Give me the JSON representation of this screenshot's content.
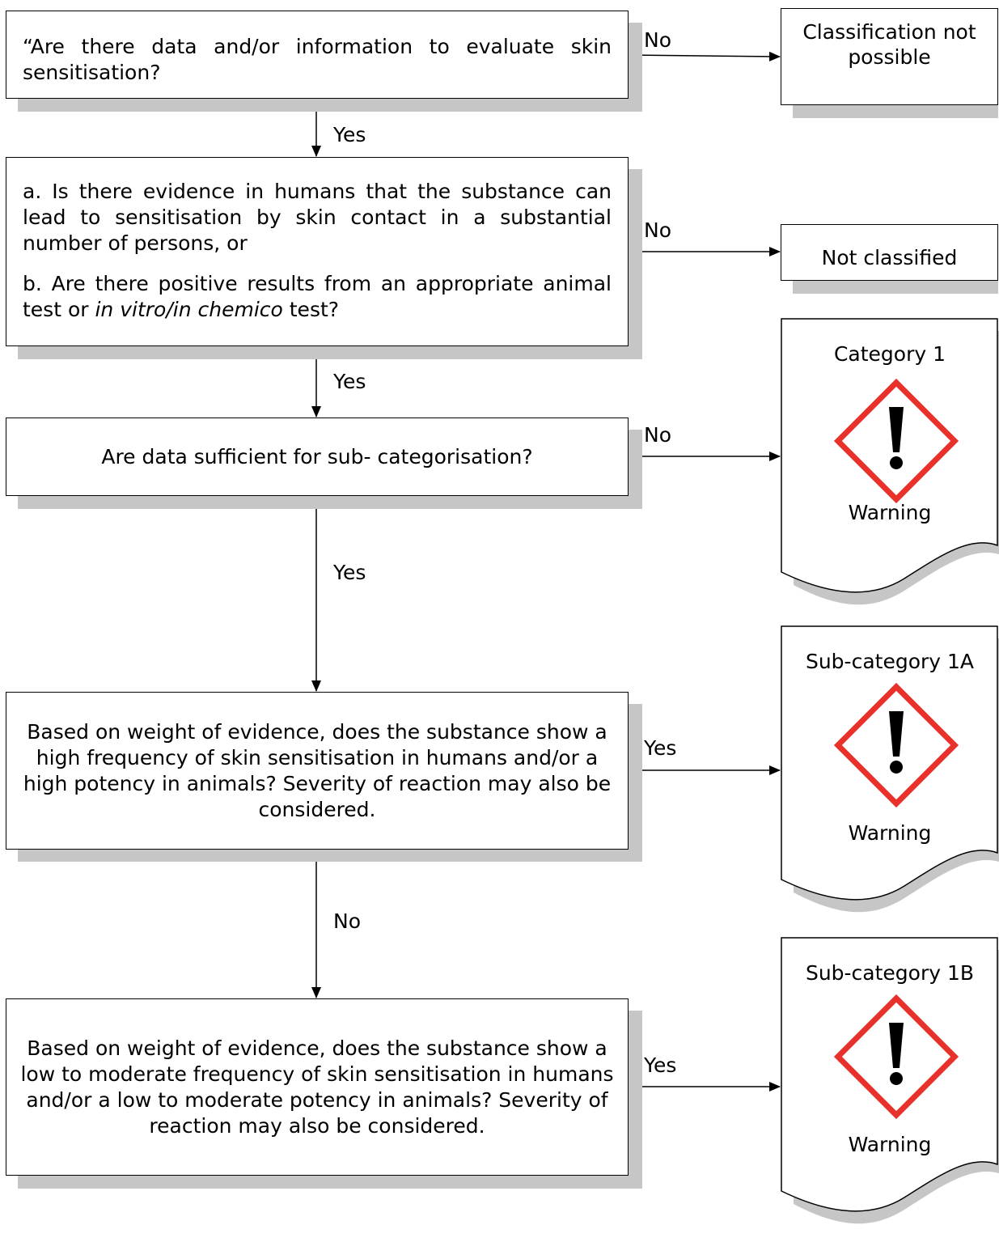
{
  "q1": {
    "text": "“Are there data and/or information to evaluate skin sensitisation?"
  },
  "q2": {
    "line_a": "a. Is there evidence in humans that the substance can lead to sensitisation by skin contact in a substantial number of persons, or",
    "line_b_pre": "b. Are there positive results from an appropriate animal test or ",
    "line_b_italic": "in vitro/in chemico",
    "line_b_post": " test?"
  },
  "q3": {
    "text": "Are data sufficient for sub- categorisation?"
  },
  "q4": {
    "text": "Based on weight of evidence, does the substance show a high frequency of skin sensitisation in humans and/or a high potency in animals? Severity of reaction may also be considered."
  },
  "q5": {
    "text": "Based on weight of evidence, does the substance show a low to moderate frequency of skin sensitisation in humans and/or a low to moderate potency in animals? Severity of reaction may also be considered."
  },
  "outcomes": {
    "not_possible": "Classification not possible",
    "not_classified": "Not classified",
    "cat1": {
      "title": "Category 1",
      "signal": "Warning"
    },
    "cat1a": {
      "title": "Sub-category 1A",
      "signal": "Warning"
    },
    "cat1b": {
      "title": "Sub-category 1B",
      "signal": "Warning"
    }
  },
  "labels": {
    "yes": "Yes",
    "no": "No"
  },
  "pictogram": {
    "icon": "exclamation-mark-hazard-icon",
    "border_color": "#e8312a",
    "mark_color": "#000000"
  }
}
